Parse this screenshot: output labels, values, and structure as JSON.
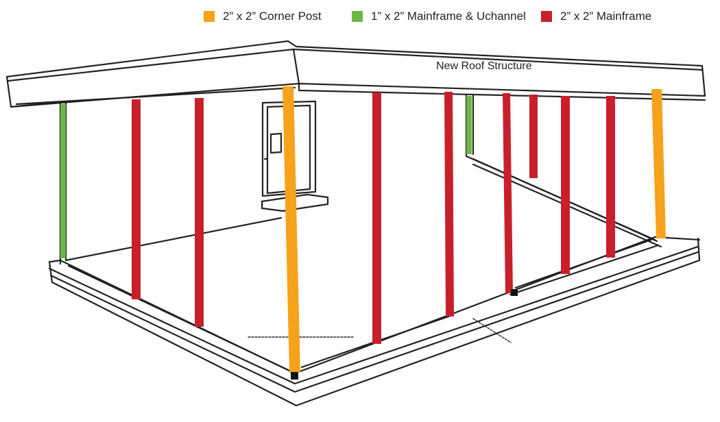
{
  "legend": [
    {
      "label": "2” x 2” Corner Post",
      "color": "#F7A21B",
      "icon": "orange-square"
    },
    {
      "label": "1” x 2” Mainframe & Uchannel",
      "color": "#6BB745",
      "icon": "green-square"
    },
    {
      "label": "2” x 2” Mainframe",
      "color": "#C8202B",
      "icon": "red-square"
    }
  ],
  "roof_label": "New Roof Structure",
  "colors": {
    "corner_post": "#F7A21B",
    "uchannel": "#6BB745",
    "mainframe": "#C8202B",
    "outline": "#222222"
  }
}
